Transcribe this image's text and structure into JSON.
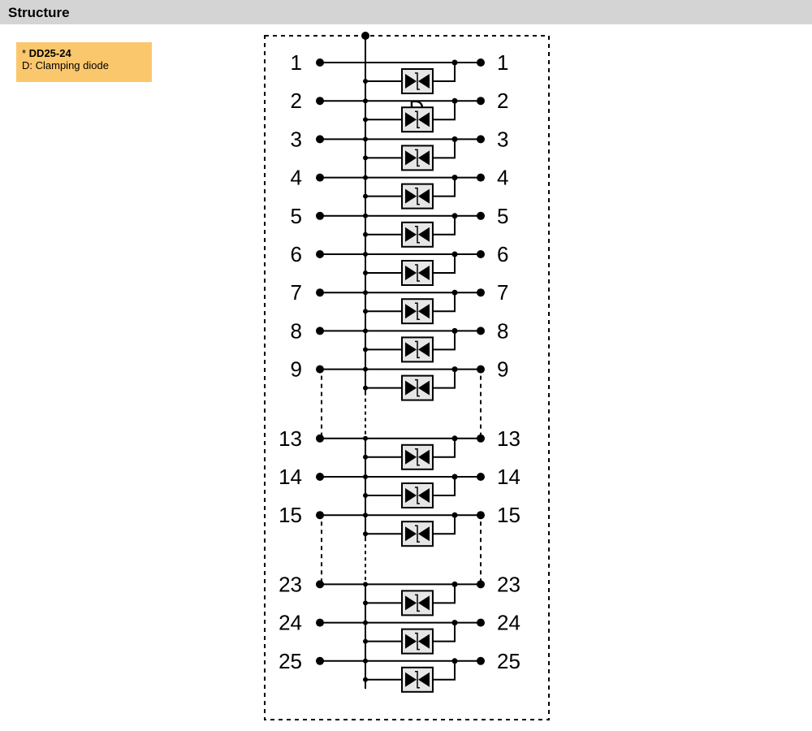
{
  "header": {
    "title": "Structure"
  },
  "legend": {
    "prefix": "* ",
    "model": "DD25-24",
    "description": "D: Clamping diode"
  },
  "diagram": {
    "diode_label": "D",
    "pins": [
      "1",
      "2",
      "3",
      "4",
      "5",
      "6",
      "7",
      "8",
      "9",
      "13",
      "14",
      "15",
      "23",
      "24",
      "25"
    ],
    "gaps_after": [
      "9",
      "15"
    ]
  },
  "colors": {
    "header_bg": "#d4d4d4",
    "legend_bg": "#fbc76d",
    "diode_box_bg": "#e6e6e6",
    "line": "#000000"
  }
}
